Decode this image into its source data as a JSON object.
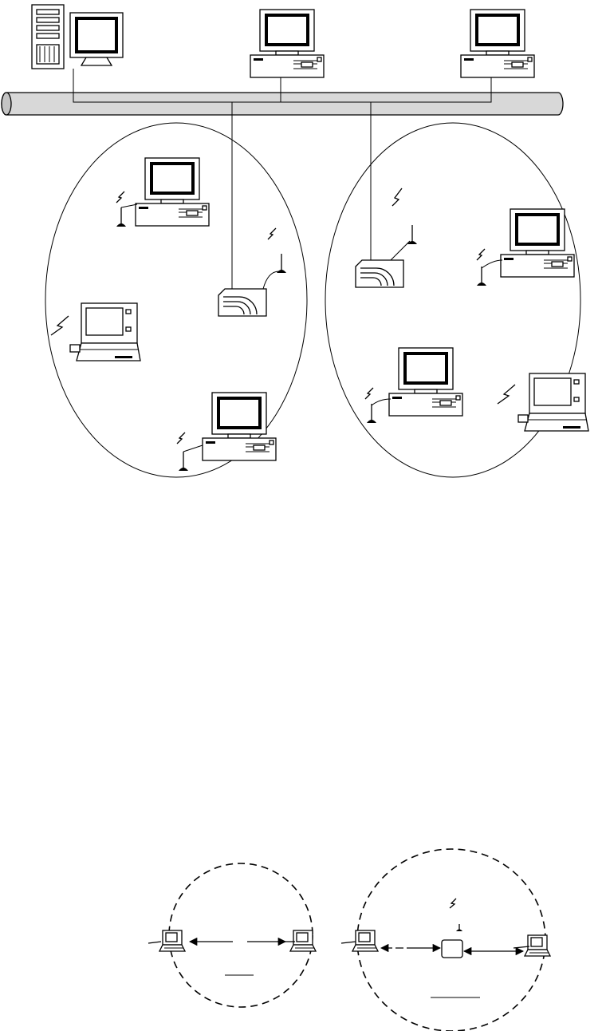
{
  "diagram": {
    "top": {
      "backbone": "wired-backbone-cable",
      "wired_nodes": [
        "server-with-monitor",
        "desktop-pc",
        "desktop-pc"
      ],
      "cells": [
        {
          "access_point": "access-point-icon",
          "stations": [
            "desktop-pc",
            "laptop",
            "desktop-pc"
          ]
        },
        {
          "access_point": "access-point-icon",
          "stations": [
            "desktop-pc",
            "desktop-pc",
            "laptop"
          ]
        }
      ]
    },
    "bottom": {
      "left_network": {
        "type": "ad-hoc",
        "stations": [
          "laptop",
          "laptop"
        ]
      },
      "right_network": {
        "type": "infrastructure",
        "stations": [
          "laptop",
          "laptop"
        ],
        "access_point": "access-point-icon"
      }
    }
  }
}
